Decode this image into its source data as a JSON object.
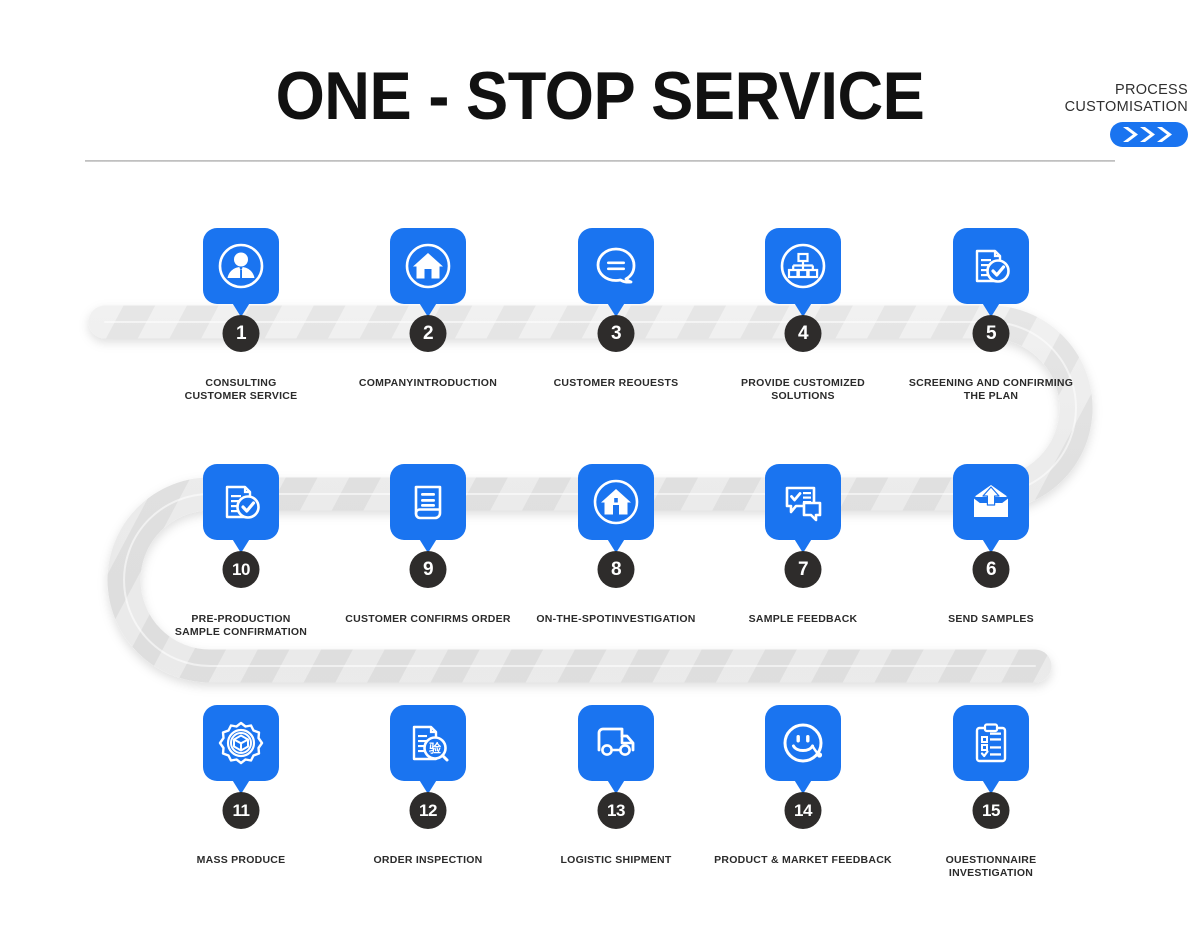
{
  "header": {
    "title": "ONE - STOP SERVICE",
    "process_label_line1": "PROCESS",
    "process_label_line2": "CUSTOMISATION",
    "chevron_icon": "triple-chevron-right-icon"
  },
  "colors": {
    "brand_blue": "#1a74f0",
    "badge_dark": "#2e2c2b",
    "road_light": "#f6f6f6",
    "road_stripe": "#eaeaea",
    "text_dark": "#2b2b2b"
  },
  "rows": [
    {
      "direction": "left-to-right",
      "steps": [
        0,
        1,
        2,
        3,
        4
      ]
    },
    {
      "direction": "right-to-left",
      "steps": [
        5,
        6,
        7,
        8,
        9
      ]
    },
    {
      "direction": "left-to-right",
      "steps": [
        10,
        11,
        12,
        13,
        14
      ]
    }
  ],
  "steps": [
    {
      "number": "1",
      "label": "CONSULTING\nCUSTOMER SERVICE",
      "icon": "user-in-circle-icon"
    },
    {
      "number": "2",
      "label": "COMPANYINTRODUCTION",
      "icon": "home-in-circle-icon"
    },
    {
      "number": "3",
      "label": "CUSTOMER REOUESTS",
      "icon": "speech-bubble-lines-icon"
    },
    {
      "number": "4",
      "label": "PROVIDE CUSTOMIZED\nSOLUTIONS",
      "icon": "org-chart-in-circle-icon"
    },
    {
      "number": "5",
      "label": "SCREENING AND CONFIRMING\nTHE PLAN",
      "icon": "document-check-icon"
    },
    {
      "number": "6",
      "label": "SEND SAMPLES",
      "icon": "envelope-upload-icon"
    },
    {
      "number": "7",
      "label": "SAMPLE FEEDBACK",
      "icon": "chat-checklist-icon"
    },
    {
      "number": "8",
      "label": "ON-THE-SPOTINVESTIGATION",
      "icon": "house-in-circle-icon"
    },
    {
      "number": "9",
      "label": "CUSTOMER CONFIRMS ORDER",
      "icon": "document-lines-icon"
    },
    {
      "number": "10",
      "label": "PRE-PRODUCTION\nSAMPLE CONFIRMATION",
      "icon": "document-check-icon"
    },
    {
      "number": "11",
      "label": "MASS PRODUCE",
      "icon": "gear-box-icon"
    },
    {
      "number": "12",
      "label": "ORDER INSPECTION",
      "icon": "document-magnifier-icon"
    },
    {
      "number": "13",
      "label": "LOGISTIC SHIPMENT",
      "icon": "truck-icon"
    },
    {
      "number": "14",
      "label": "PRODUCT & MARKET FEEDBACK",
      "icon": "smiley-headset-icon"
    },
    {
      "number": "15",
      "label": "OUESTIONNAIRE\nINVESTIGATION",
      "icon": "clipboard-checklist-icon"
    }
  ]
}
